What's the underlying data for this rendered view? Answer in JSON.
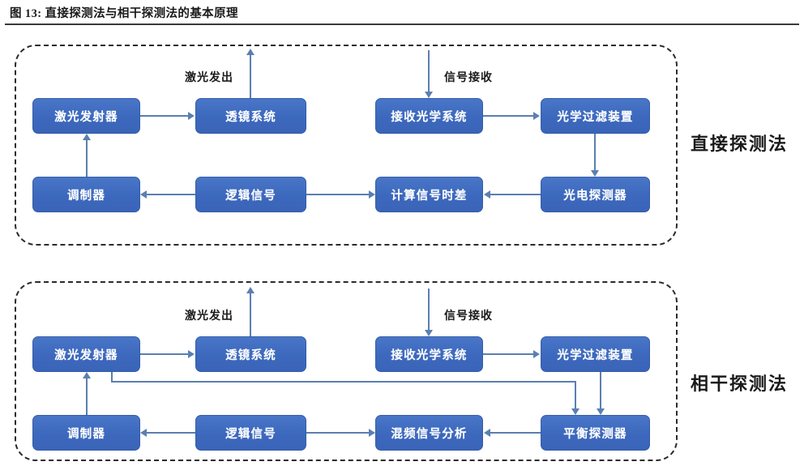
{
  "figure": {
    "title": "图 13: 直接探测法与相干探测法的基本原理"
  },
  "colors": {
    "node_fill": "#3c68bd",
    "node_border": "#355ea8",
    "connector": "#5b7fb0",
    "panel_border": "#2b2b2b",
    "text_dark": "#1a1a1a",
    "node_text": "#ffffff",
    "page_background": "#ffffff"
  },
  "panels": [
    {
      "id": "direct",
      "caption": "直接探测法",
      "nodes": [
        {
          "key": "laser_emitter",
          "label": "激光发射器"
        },
        {
          "key": "lens_system",
          "label": "透镜系统"
        },
        {
          "key": "receive_optics",
          "label": "接收光学系统"
        },
        {
          "key": "optical_filter",
          "label": "光学过滤装置"
        },
        {
          "key": "modulator",
          "label": "调制器"
        },
        {
          "key": "logic_signal",
          "label": "逻辑信号"
        },
        {
          "key": "time_diff",
          "label": "计算信号时差"
        },
        {
          "key": "photo_detector",
          "label": "光电探测器"
        }
      ],
      "edge_labels": [
        {
          "key": "laser_out",
          "label": "激光发出"
        },
        {
          "key": "signal_in",
          "label": "信号接收"
        }
      ]
    },
    {
      "id": "coherent",
      "caption": "相干探测法",
      "nodes": [
        {
          "key": "laser_emitter",
          "label": "激光发射器"
        },
        {
          "key": "lens_system",
          "label": "透镜系统"
        },
        {
          "key": "receive_optics",
          "label": "接收光学系统"
        },
        {
          "key": "optical_filter",
          "label": "光学过滤装置"
        },
        {
          "key": "modulator",
          "label": "调制器"
        },
        {
          "key": "logic_signal",
          "label": "逻辑信号"
        },
        {
          "key": "mix_analysis",
          "label": "混频信号分析"
        },
        {
          "key": "balanced_detector",
          "label": "平衡探测器"
        }
      ],
      "edge_labels": [
        {
          "key": "laser_out",
          "label": "激光发出"
        },
        {
          "key": "signal_in",
          "label": "信号接收"
        }
      ]
    }
  ]
}
